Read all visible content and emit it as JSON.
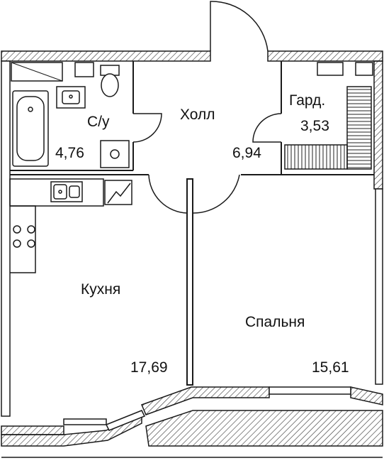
{
  "rooms": [
    {
      "id": "bathroom",
      "name": "С/у",
      "area": "4,76"
    },
    {
      "id": "hall",
      "name": "Холл",
      "area": "6,94"
    },
    {
      "id": "wardrobe",
      "name": "Гард.",
      "area": "3,53"
    },
    {
      "id": "kitchen",
      "name": "Кухня",
      "area": "17,69"
    },
    {
      "id": "bedroom",
      "name": "Спальня",
      "area": "15,61"
    }
  ],
  "colors": {
    "wall": "#1a1a1a",
    "hatch": "#333333",
    "background": "#ffffff"
  }
}
